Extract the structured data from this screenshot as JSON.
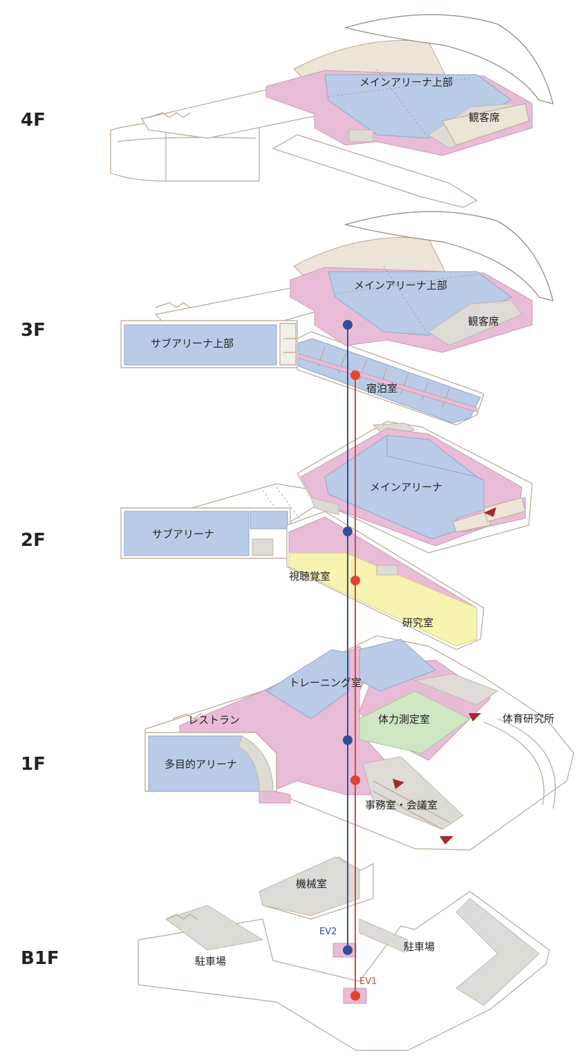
{
  "floors": {
    "f4": "4F",
    "f3": "3F",
    "f2": "2F",
    "f1": "1F",
    "b1": "B1F"
  },
  "rooms": {
    "f4_main_upper": "メインアリーナ上部",
    "f4_seats": "観客席",
    "f3_main_upper": "メインアリーナ上部",
    "f3_seats": "観客席",
    "f3_sub_upper": "サブアリーナ上部",
    "f3_lodging": "宿泊室",
    "f2_main": "メインアリーナ",
    "f2_sub": "サブアリーナ",
    "f2_av": "視聴覚室",
    "f2_research": "研究室",
    "f1_training": "トレーニング室",
    "f1_restaurant": "レストラン",
    "f1_fitness": "体力測定室",
    "f1_institute": "体育研究所",
    "f1_multi": "多目的アリーナ",
    "f1_office": "事務室・会議室",
    "b1_machine": "機械室",
    "b1_parking_left": "駐車場",
    "b1_parking_right": "駐車場"
  },
  "elevators": {
    "ev1": {
      "label": "EV1",
      "color": "#e0452f"
    },
    "ev2": {
      "label": "EV2",
      "color": "#2f4f9a"
    }
  },
  "colors": {
    "pink": "#e8bcd6",
    "blue": "#b9cbe6",
    "yellow": "#f7f3b0",
    "green": "#cfe6c2",
    "entrance_marker": "#a32a2a"
  }
}
